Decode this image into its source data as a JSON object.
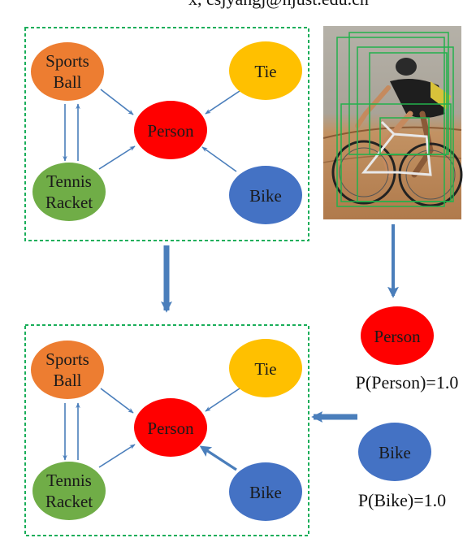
{
  "header_fragment": "x, csjyangj@njust.edu.cn",
  "colors": {
    "sports_ball": "#ED7D31",
    "tie": "#FFC000",
    "person": "#FF0000",
    "tennis_racket": "#70AD47",
    "bike": "#4472C4",
    "arrow": "#4A7EBB",
    "dashed_border": "#1AAE5A",
    "detection_box": "#22B14C"
  },
  "top_graph": {
    "nodes": {
      "sports_ball": {
        "line1": "Sports",
        "line2": "Ball"
      },
      "tie": {
        "label": "Tie"
      },
      "person": {
        "label": "Person"
      },
      "tennis_racket": {
        "line1": "Tennis",
        "line2": "Racket"
      },
      "bike": {
        "label": "Bike"
      }
    }
  },
  "bottom_graph": {
    "nodes": {
      "sports_ball": {
        "line1": "Sports",
        "line2": "Ball"
      },
      "tie": {
        "label": "Tie"
      },
      "person": {
        "label": "Person"
      },
      "tennis_racket": {
        "line1": "Tennis",
        "line2": "Racket"
      },
      "bike": {
        "label": "Bike"
      }
    }
  },
  "detections": {
    "person": {
      "label": "Person",
      "probability": "P(Person)=1.0"
    },
    "bike": {
      "label": "Bike",
      "probability": "P(Bike)=1.0"
    }
  },
  "photo": {
    "subject": "cyclist-photo"
  }
}
